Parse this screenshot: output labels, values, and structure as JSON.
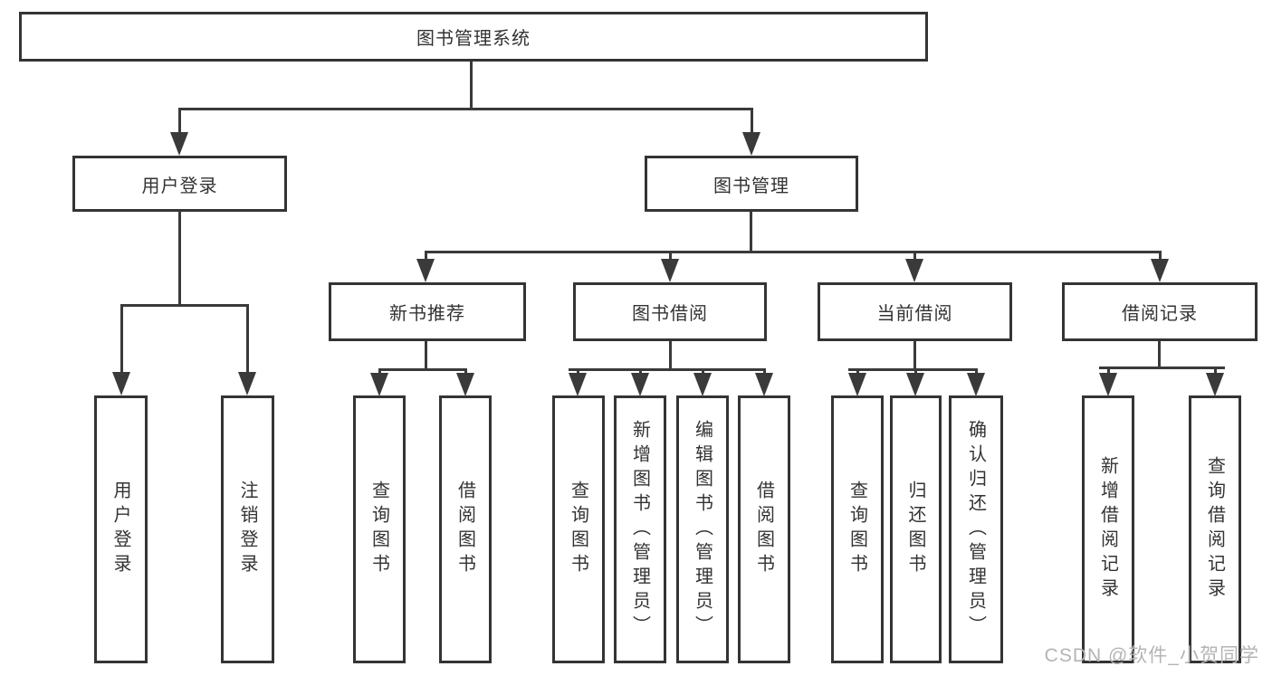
{
  "diagram": {
    "nodes": {
      "root": "图书管理系统",
      "user_login": "用户登录",
      "book_mgmt": "图书管理",
      "new_books": "新书推荐",
      "book_borrow": "图书借阅",
      "current_borrow": "当前借阅",
      "borrow_records": "借阅记录"
    },
    "leaves": {
      "user_login": [
        "用户登录",
        "注销登录"
      ],
      "new_books": [
        "查询图书",
        "借阅图书"
      ],
      "book_borrow": [
        "查询图书",
        "新增图书（管理员）",
        "编辑图书（管理员）",
        "借阅图书"
      ],
      "current_borrow": [
        "查询图书",
        "归还图书",
        "确认归还（管理员）"
      ],
      "borrow_records": [
        "新增借阅记录",
        "查询借阅记录"
      ]
    }
  },
  "watermark": "CSDN @软件_小贺同学",
  "colors": {
    "line": "#3a3a3a",
    "box_border": "#343434",
    "text": "#333333",
    "watermark_text": "#b4b4b4",
    "background": "#ffffff"
  }
}
